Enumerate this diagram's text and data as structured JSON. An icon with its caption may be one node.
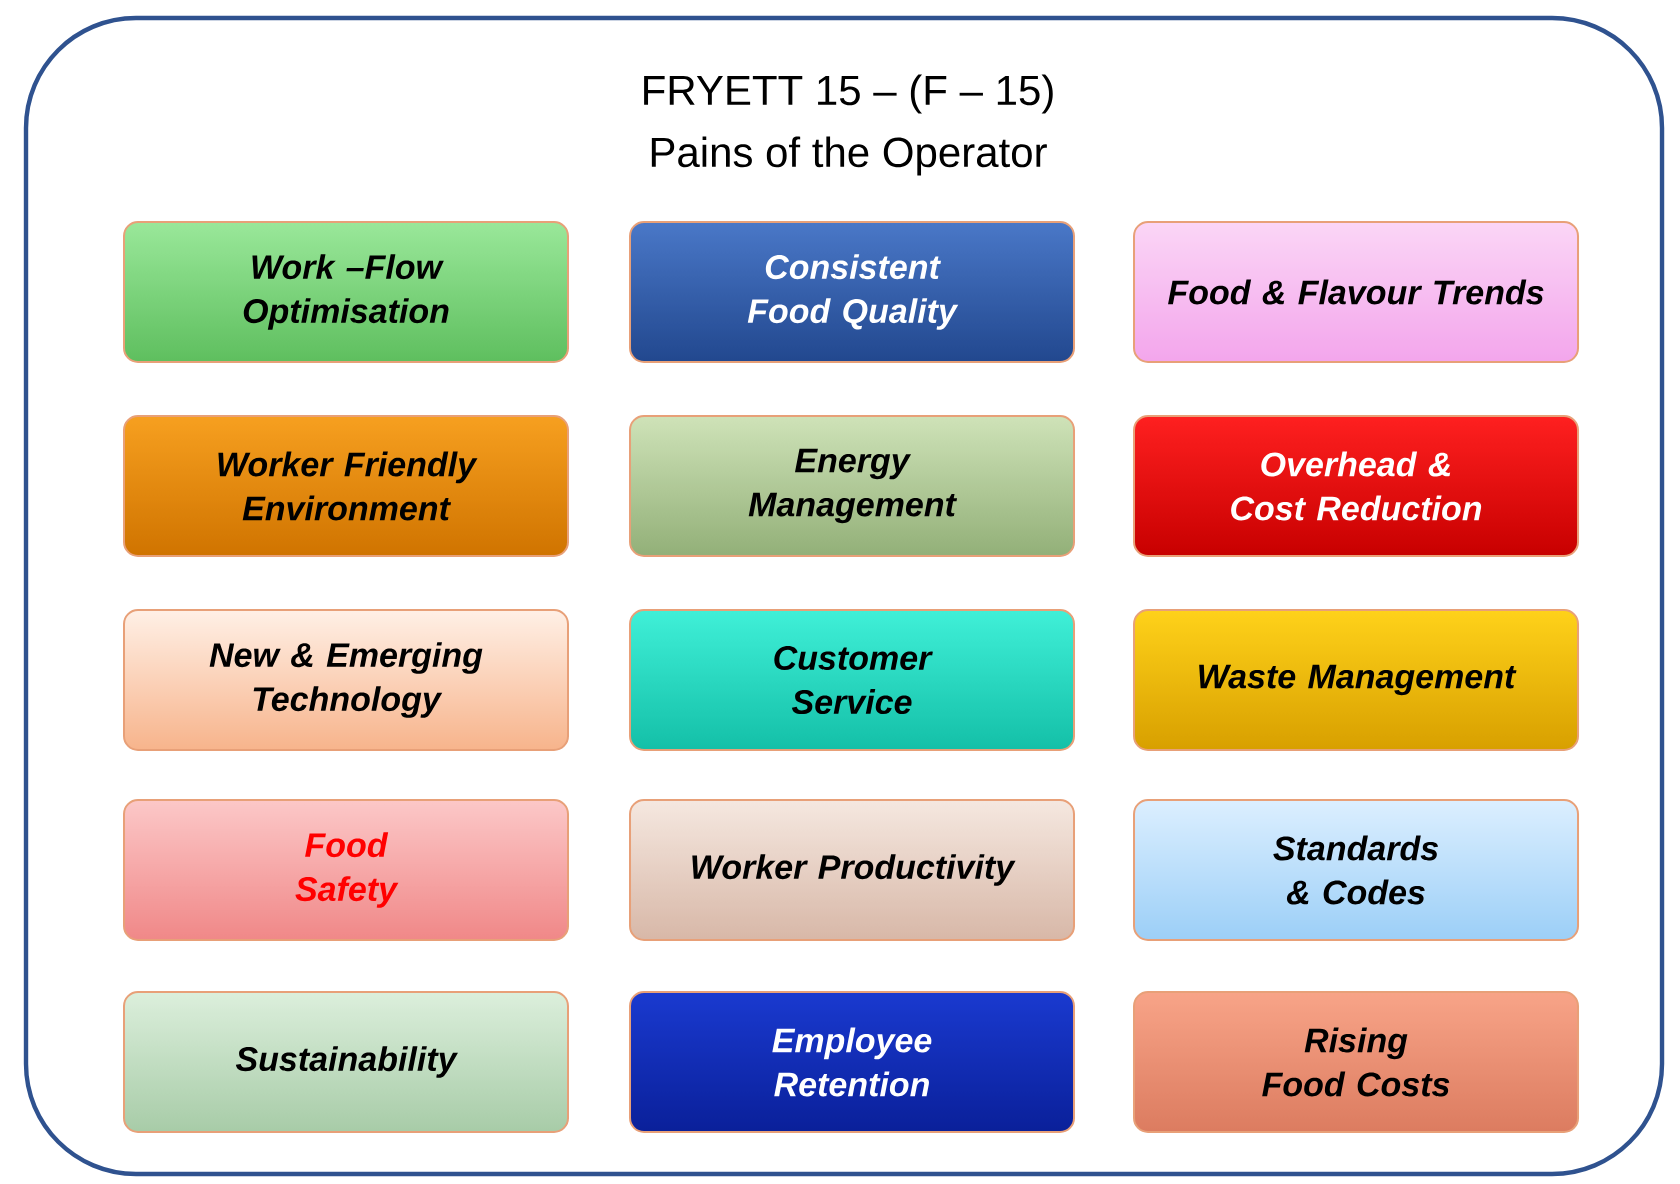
{
  "diagram": {
    "nodes": [
      {
        "text": [
          "FRYETT 15 – (F – 15)",
          "Pains of the Operator"
        ]
      },
      {
        "text": [
          "Work –Flow Optimisation"
        ],
        "in": 0
      },
      {
        "text": [
          "Consistent Food Quality"
        ],
        "in": 0
      },
      {
        "text": [
          "Food & Flavour Trends"
        ],
        "in": 0
      },
      {
        "text": [
          "Worker Friendly Environment"
        ],
        "in": 0
      },
      {
        "text": [
          "Energy Management"
        ],
        "in": 0
      },
      {
        "text": [
          "Overhead & Cost Reduction"
        ],
        "in": 0
      },
      {
        "text": [
          "New & Emerging Technology"
        ],
        "in": 0
      },
      {
        "text": [
          "Customer Service"
        ],
        "in": 0
      },
      {
        "text": [
          "Waste Management"
        ],
        "in": 0
      },
      {
        "text": [
          "Food Safety"
        ],
        "in": 0
      },
      {
        "text": [
          "Worker Productivity"
        ],
        "in": 0
      },
      {
        "text": [
          "Standards & Codes"
        ],
        "in": 0
      },
      {
        "text": [
          "Sustainability"
        ],
        "in": 0
      },
      {
        "text": [
          "Employee Retention"
        ],
        "in": 0
      },
      {
        "text": [
          "Rising Food Costs"
        ],
        "in": 0
      }
    ]
  }
}
